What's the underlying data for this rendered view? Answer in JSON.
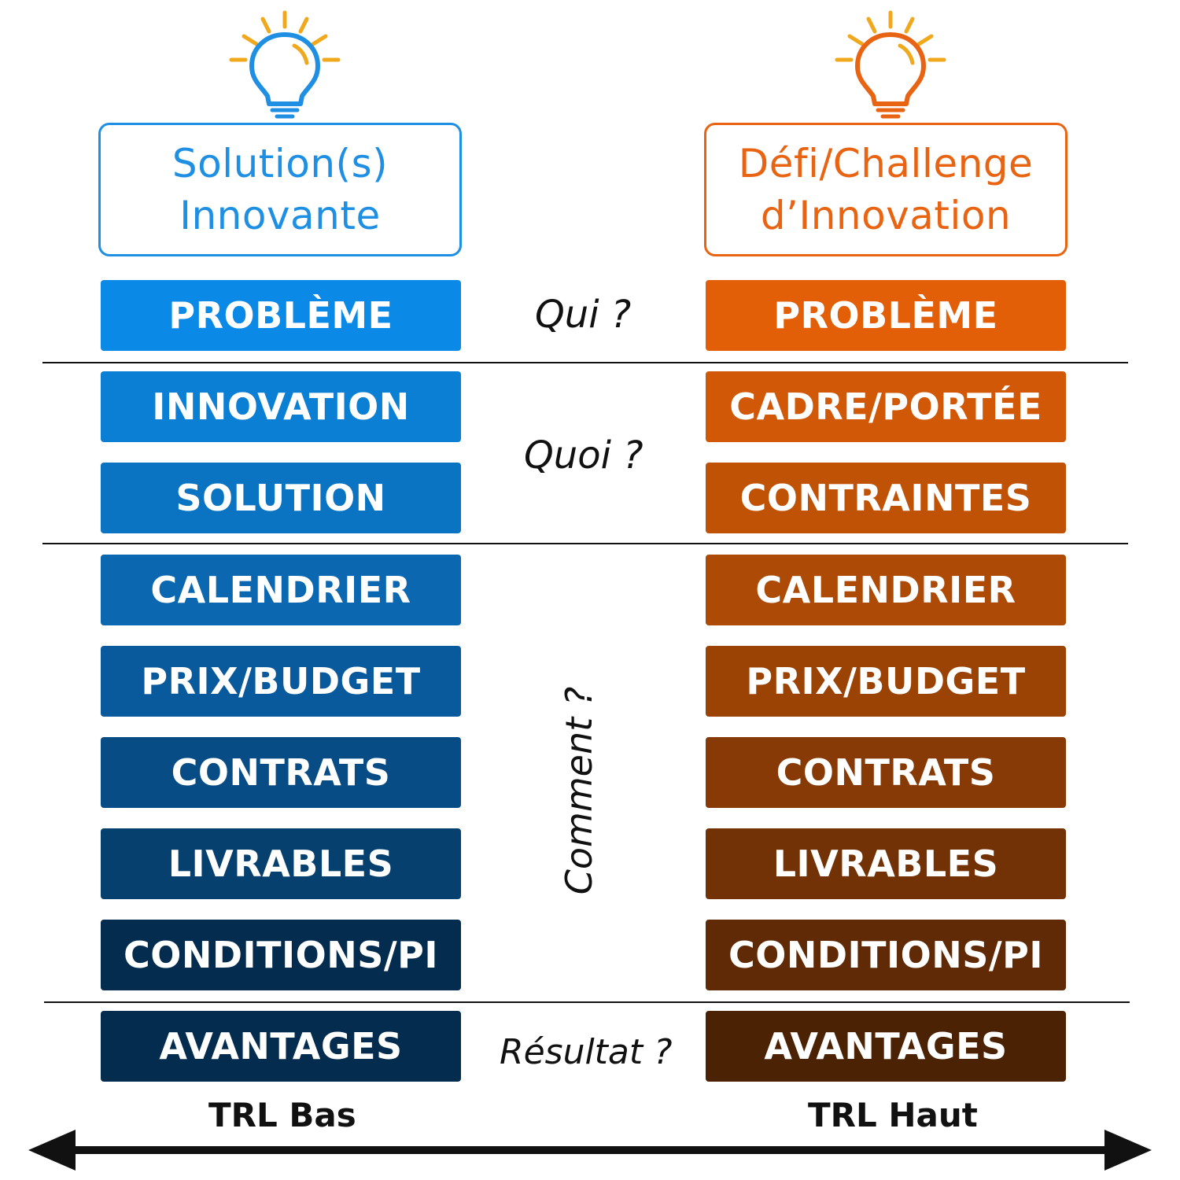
{
  "colors": {
    "left_accent": "#1e8fe3",
    "right_accent": "#e86412",
    "bulb_rays": "#f0a81d",
    "left_blocks": [
      "#0a8ae6",
      "#0b7fd4",
      "#0a73c2",
      "#0a67b0",
      "#095a9c",
      "#074c85",
      "#06406f",
      "#042c4e"
    ],
    "right_blocks": [
      "#e25f07",
      "#d05806",
      "#c05206",
      "#ad4a05",
      "#9b4205",
      "#873a05",
      "#733205",
      "#5f2a05",
      "#4c2204"
    ]
  },
  "icons": {
    "left": "lightbulb-icon",
    "right": "lightbulb-icon"
  },
  "left_header": {
    "line1": "Solution(s)",
    "line2": "Innovante"
  },
  "right_header": {
    "line1": "Défi/Challenge",
    "line2": "d’Innovation"
  },
  "left_column": [
    "PROBLÈME",
    "INNOVATION",
    "SOLUTION",
    "CALENDRIER",
    "PRIX/BUDGET",
    "CONTRATS",
    "LIVRABLES",
    "CONDITIONS/PI",
    "AVANTAGES"
  ],
  "right_column": [
    "PROBLÈME",
    "CADRE/PORTÉE",
    "CONTRAINTES",
    "CALENDRIER",
    "PRIX/BUDGET",
    "CONTRATS",
    "LIVRABLES",
    "CONDITIONS/PI",
    "AVANTAGES"
  ],
  "questions": {
    "qui": "Qui ?",
    "quoi": "Quoi ?",
    "comment": "Comment ?",
    "resultat": "Résultat ?"
  },
  "axis": {
    "left_label": "TRL Bas",
    "right_label": "TRL Haut"
  }
}
